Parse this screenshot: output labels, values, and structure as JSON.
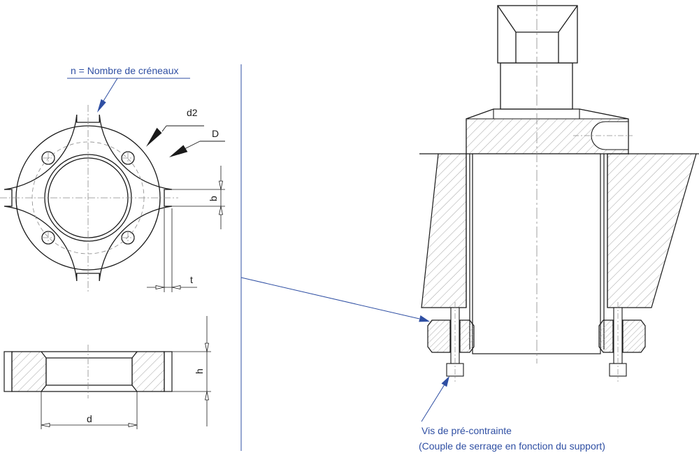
{
  "labels": {
    "slots": "n = Nombre de créneaux",
    "pitch_diameter": "d2",
    "outer_diameter": "D",
    "slot_width": "b",
    "slot_depth": "t",
    "height": "h",
    "inner_diameter": "d",
    "screw_title": "Vis de pré-contrainte",
    "screw_note": "(Couple de serrage en fonction du support)"
  },
  "colors": {
    "line": "#1a1a1a",
    "hatch": "#9a9a9a",
    "centerline": "#8a8a8a",
    "callout": "#2f4fa3",
    "background": "#ffffff"
  }
}
